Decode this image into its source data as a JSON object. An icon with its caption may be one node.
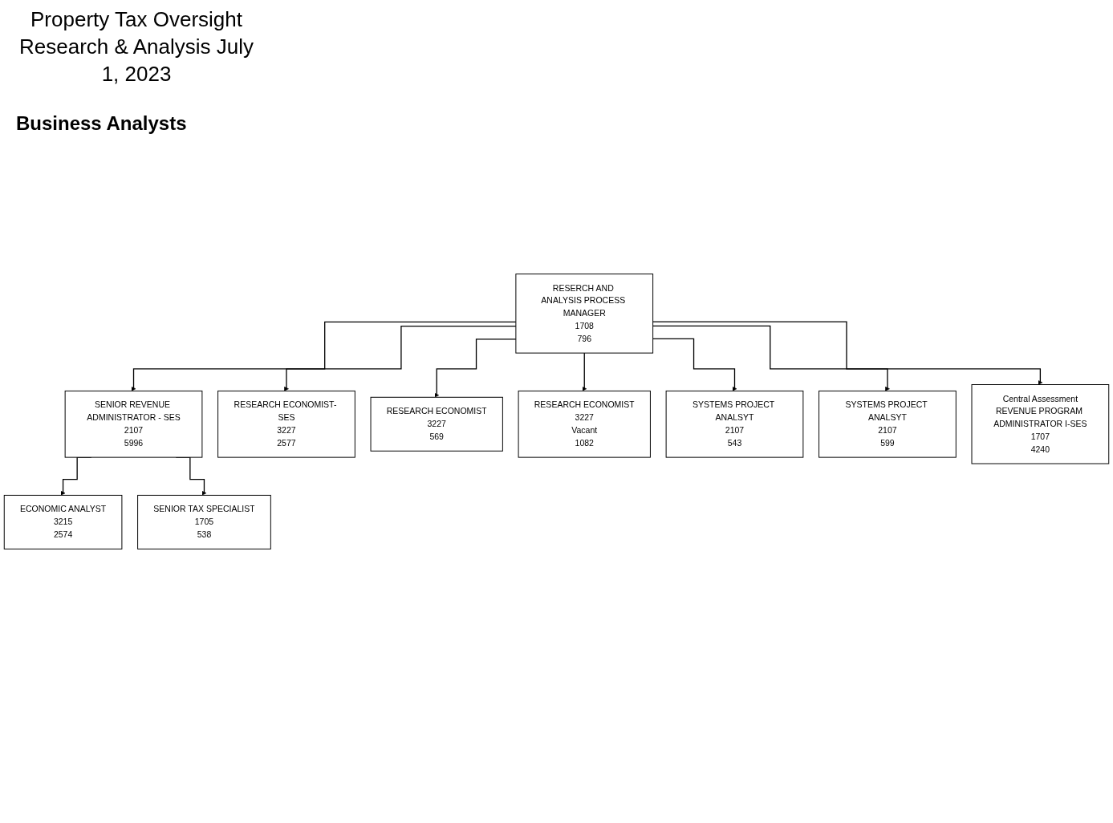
{
  "diagram": {
    "title": "Property Tax Oversight Research & Analysis July 1, 2023",
    "nodes": [
      {
        "text": [
          "RESERCH AND ANALYSIS PROCESS MANAGER",
          "1708",
          "796"
        ]
      },
      {
        "text": [
          "SENIOR REVENUE ADMINISTRATOR - SES",
          "2107",
          "5996"
        ]
      },
      {
        "text": [
          "RESEARCH ECONOMIST- SES",
          "3227",
          "2577"
        ]
      },
      {
        "text": [
          "ECONOMIC ANALYST",
          "3215",
          "2574"
        ]
      },
      {
        "text": [
          "SENIOR TAX SPECIALIST",
          "1705",
          "538"
        ]
      },
      {
        "text": [
          "RESEARCH ECONOMIST",
          "3227",
          "569"
        ]
      },
      {
        "text": [
          "RESEARCH ECONOMIST",
          "3227",
          "Vacant",
          "1082"
        ]
      },
      {
        "text": [
          "SYSTEMS PROJECT ANALSYT",
          "2107",
          "543"
        ]
      },
      {
        "text": [
          "SYSTEMS PROJECT ANALSYT",
          "2107",
          "599"
        ]
      },
      {
        "text": [
          "Central Assessment",
          "REVENUE PROGRAM ADMINISTRATOR I-SES",
          "1707",
          "4240"
        ]
      }
    ],
    "edges": [
      {
        "from": 0,
        "to": 1,
        "arrow": "to"
      },
      {
        "from": 0,
        "to": 2,
        "arrow": "to"
      },
      {
        "from": 1,
        "to": 3,
        "arrow": "to"
      },
      {
        "from": 1,
        "to": 4,
        "arrow": "to"
      },
      {
        "from": 0,
        "to": 5,
        "arrow": "to"
      },
      {
        "from": 0,
        "to": 6,
        "arrow": "to"
      },
      {
        "from": 0,
        "to": 7,
        "arrow": "to"
      },
      {
        "from": 0,
        "to": 8,
        "arrow": "to"
      },
      {
        "from": 0,
        "to": 9,
        "arrow": "to"
      }
    ],
    "labels": [
      "Business Analysts"
    ]
  }
}
